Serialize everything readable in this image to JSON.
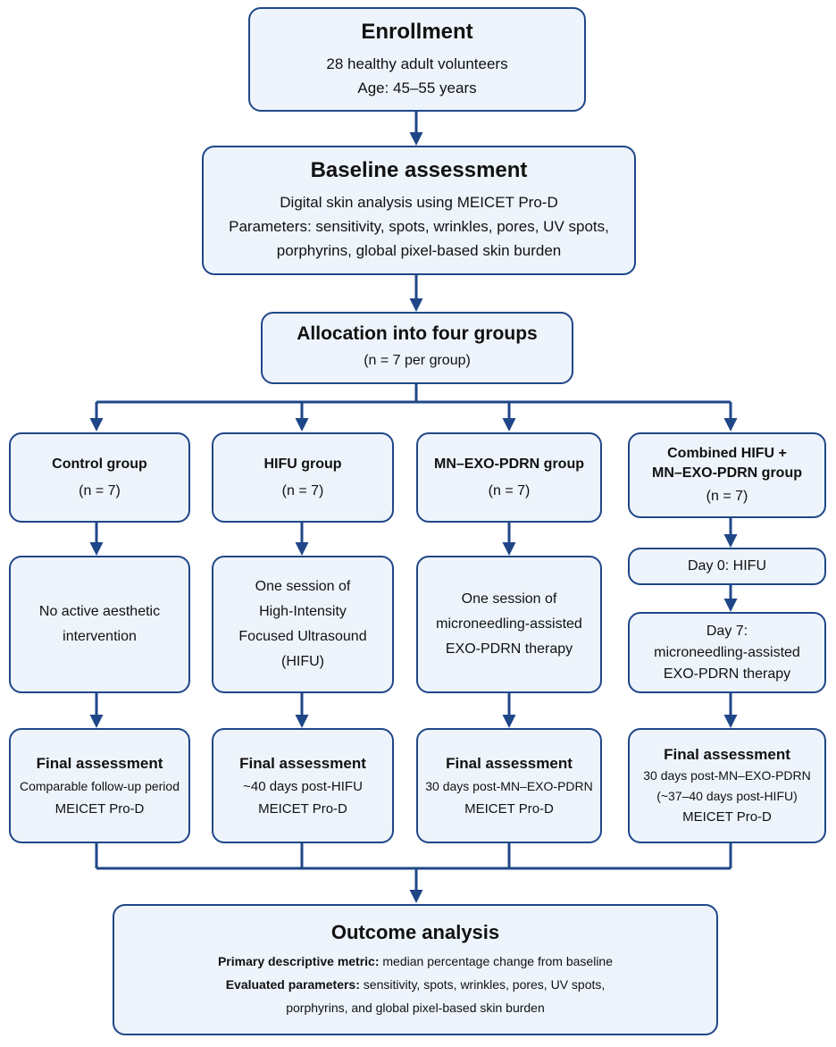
{
  "enrollment": {
    "title": "Enrollment",
    "lines": [
      "28 healthy adult volunteers",
      "Age: 45–55 years"
    ]
  },
  "baseline": {
    "title": "Baseline assessment",
    "lines": [
      "Digital skin analysis using MEICET Pro-D",
      "Parameters: sensitivity, spots, wrinkles, pores, UV spots,",
      "porphyrins, global pixel-based skin burden"
    ]
  },
  "allocation": {
    "title": "Allocation into four groups",
    "lines": [
      "(n = 7 per group)"
    ]
  },
  "groups": [
    {
      "title": "Control group",
      "n": "(n = 7)"
    },
    {
      "title": "HIFU group",
      "n": "(n = 7)"
    },
    {
      "title": "MN–EXO-PDRN group",
      "n": "(n = 7)"
    },
    {
      "title_lines": [
        "Combined HIFU +",
        "MN–EXO-PDRN group"
      ],
      "n": "(n = 7)"
    }
  ],
  "interventions": [
    {
      "lines": [
        "No active aesthetic",
        "intervention"
      ]
    },
    {
      "lines": [
        "One session of",
        "High-Intensity",
        "Focused Ultrasound",
        "(HIFU)"
      ]
    },
    {
      "lines": [
        "One session of",
        "microneedling-assisted",
        "EXO-PDRN therapy"
      ]
    },
    {
      "day0": "Day 0: HIFU",
      "day7": [
        "Day 7:",
        "microneedling-assisted",
        "EXO-PDRN therapy"
      ]
    }
  ],
  "finals": [
    {
      "title": "Final assessment",
      "lines": [
        "Comparable follow-up period",
        "MEICET Pro-D"
      ]
    },
    {
      "title": "Final assessment",
      "lines": [
        "~40 days post-HIFU",
        "MEICET Pro-D"
      ]
    },
    {
      "title": "Final assessment",
      "lines": [
        "30 days post-MN–EXO-PDRN",
        "MEICET Pro-D"
      ]
    },
    {
      "title": "Final assessment",
      "lines": [
        "30 days post-MN–EXO-PDRN",
        "(~37–40 days post-HIFU)",
        "MEICET Pro-D"
      ]
    }
  ],
  "outcome": {
    "title": "Outcome analysis",
    "primary_label": "Primary descriptive metric:",
    "primary_text": " median percentage change from baseline",
    "evaluated_label": "Evaluated parameters:",
    "evaluated_text": " sensitivity, spots, wrinkles, pores, UV spots,",
    "evaluated_text2": "porphyrins, and global pixel-based skin burden"
  },
  "colors": {
    "border": "#1f4788",
    "fill": "#eef4fc",
    "arrow": "#1f4788"
  }
}
